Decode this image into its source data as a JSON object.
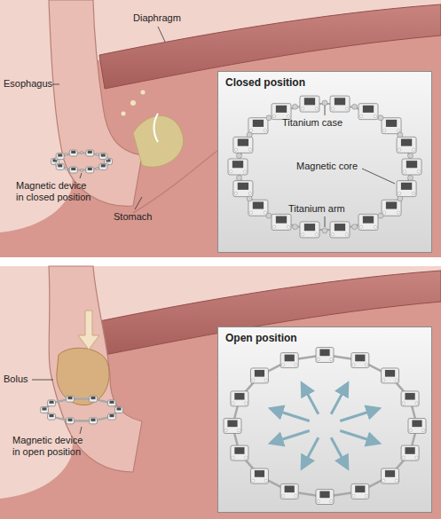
{
  "diagram": {
    "nodes": [
      {
        "text": [
          "Closed position"
        ]
      },
      {
        "text": [
          "Open position"
        ]
      }
    ],
    "labels": [
      "Diaphragm",
      "Esophagus",
      "Magnetic device in closed position",
      "Stomach",
      "Titanium case",
      "Magnetic core",
      "Titanium arm",
      "Bolus",
      "Magnetic device in open position"
    ]
  }
}
